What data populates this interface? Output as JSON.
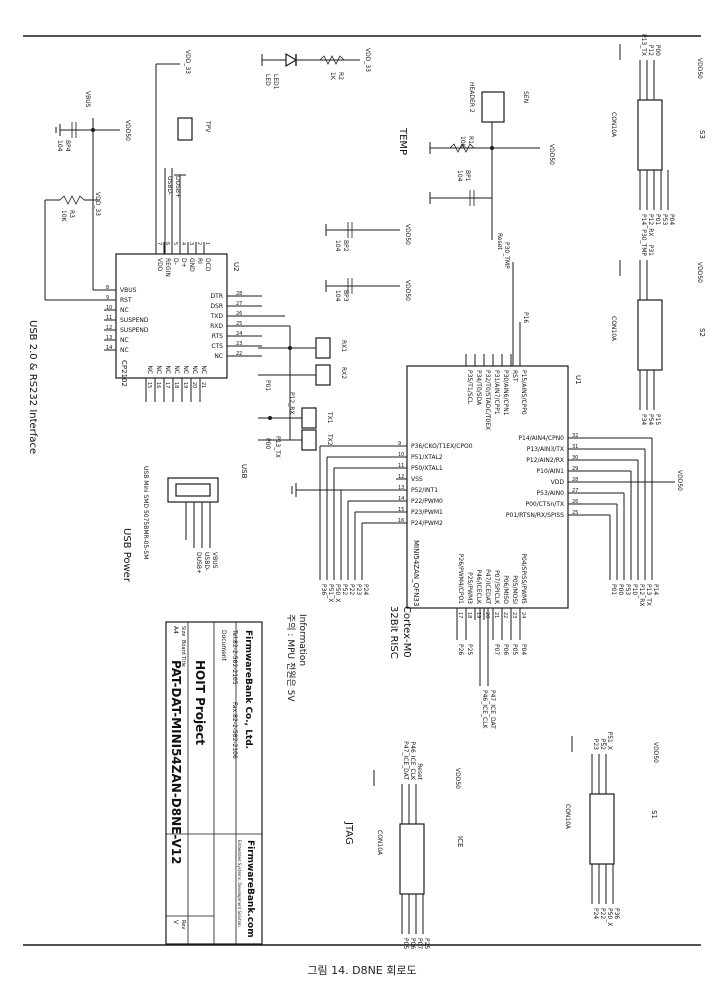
{
  "caption": "그림 14. D8NE 회로도",
  "interface": {
    "usb_serial": "USB 2.0 & RS232 Interface",
    "usb_power": "USB Power",
    "jtag": "JTAG",
    "temp": "TEMP"
  },
  "mcu": {
    "ref": "U1",
    "core": "Cortex-M0",
    "risc": "32Bit RISC",
    "part": "MINI54ZAN_QFN33",
    "left_pins": [
      "P36/CKO/T1EX/CPO0",
      "P51/XTAL2",
      "P50/XTAL1",
      "VSS",
      "P52/INT1",
      "P22/PWM0",
      "P23/PWM1",
      "P24/PWM2"
    ],
    "left_nums": [
      "9",
      "10",
      "11",
      "12",
      "13",
      "14",
      "15",
      "16"
    ],
    "right_pins": [
      "P14/AIN4/CPN0",
      "P13/AIN3/TX",
      "P12/AIN2/RX",
      "P10/AIN1",
      "VDD",
      "P53/AIN0",
      "P00/CTSn/TX",
      "P01/RTSN/RX/SPISS"
    ],
    "right_nums": [
      "32",
      "31",
      "30",
      "29",
      "28",
      "27",
      "26",
      "25"
    ],
    "top_pins": [
      "P15/AIN5/CPP0",
      "RST",
      "P30/AIN6/CPN1",
      "P31/AIN7/CPP1",
      "P32/T0/STADC/T0EX",
      "P34/T0/SDA",
      "P35/T1/SCL"
    ],
    "bottom_pins": [
      "P04/SPISS/PWM5",
      "P05/MOSI",
      "P06/MISO",
      "P07/SPICLK",
      "P47/ICEDAT",
      "P46/ICECLK",
      "P25/PWM3",
      "P26/PWM4/CPO1"
    ],
    "bottom_nums": [
      "24",
      "23",
      "22",
      "21",
      "20",
      "19",
      "18",
      "17"
    ]
  },
  "bridge": {
    "ref": "U2",
    "part": "CP2102",
    "left_pins": [
      "VBUS",
      "RST",
      "NC",
      "SUSPEND",
      "SUSPEND",
      "NC",
      "NC"
    ],
    "left_nums": [
      "8",
      "9",
      "10",
      "11",
      "12",
      "13",
      "14"
    ],
    "right_pins": [
      "DTR",
      "DSR",
      "TXD",
      "RXD",
      "RTS",
      "CTS",
      "NC"
    ],
    "right_nums": [
      "28",
      "27",
      "26",
      "25",
      "24",
      "23",
      "22"
    ],
    "top_pins": [
      "VDD",
      "REGIN",
      "D-",
      "D+",
      "GND",
      "RI",
      "DCD"
    ],
    "top_nums": [
      "7",
      "6",
      "5",
      "4",
      "3",
      "2",
      "1"
    ],
    "bottom_pins": [
      "NC",
      "NC",
      "NC",
      "NC",
      "NC",
      "NC",
      "NC"
    ],
    "bottom_nums": [
      "15",
      "16",
      "17",
      "18",
      "19",
      "20",
      "21"
    ]
  },
  "nets": {
    "vdd33": "VDD_33",
    "vdd50": "VDD50",
    "vbus": "VBUS",
    "usbp": "DUSB+",
    "usbm": "USBD-",
    "p01": "P01",
    "p12rx": "P12_RX",
    "p13tx": "P13_TX",
    "p00": "P00",
    "tmp": "P30_TMP",
    "reset": "Reset",
    "p16": "P16",
    "p47": "P47_ICE_DAT",
    "p46": "P46_ICE_CLK"
  },
  "parts": {
    "tp": "TPV",
    "led": "LED",
    "led_ref": "LED1",
    "r2": "R2",
    "r2v": "1K",
    "r1": "R1",
    "r1v": "10K",
    "r3": "R3",
    "r3v": "10K",
    "bp1": "BP1",
    "bp1v": "104",
    "bp2": "BP2",
    "bp2v": "104",
    "bp3": "BP3",
    "bp3v": "104",
    "bp4": "BP4",
    "bp4v": "104",
    "sen": "SEN",
    "header": "HEADER 2",
    "rx1": "RX1",
    "rx2": "RX2",
    "tx1": "TX1",
    "tx2": "TX2",
    "usb": "USB",
    "usb_part": "USB Mini SMD 5075BMR-05-SM",
    "usb_pins": [
      "VBUS",
      "USBD-",
      "DUSB+"
    ]
  },
  "connectors": {
    "s3": {
      "ref": "S3",
      "type": "CON10A",
      "pins": [
        "P13_TX",
        "P12",
        "P00",
        "P14",
        "P12_RX",
        "P01",
        "P53",
        "P04"
      ]
    },
    "s2": {
      "ref": "S2",
      "type": "CON10A",
      "pins": [
        "P30_TMP",
        "P31",
        "P34",
        "P54",
        "P15"
      ]
    },
    "s1": {
      "ref": "S1",
      "type": "CON10A",
      "pins": [
        "P23",
        "P52",
        "P51_X",
        "P24",
        "P22",
        "P50_X",
        "P36"
      ]
    },
    "ice": {
      "ref": "ICE",
      "type": "CON10A",
      "pins": [
        "P47_ICE_DAT",
        "P46_ICE_CLK",
        "Reset",
        "P05",
        "P06",
        "P07",
        "P25"
      ]
    }
  },
  "mcu_wire_labels": {
    "left": [
      "P36",
      "P51_X",
      "P50_X",
      "P52",
      "P22",
      "P23",
      "P24"
    ],
    "right": [
      "P14",
      "P13_TX",
      "P12_RX",
      "P10",
      "P53",
      "P00",
      "P01"
    ],
    "bottom": [
      "P04",
      "P05",
      "P06",
      "P07",
      "P25",
      "P26"
    ]
  },
  "information": {
    "title": "Information",
    "note": "주의 : MPU 전원은 5V"
  },
  "title_block": {
    "company": "FirmwareBank Co., Ltd.",
    "tel": "Tel:82-2-582-2105",
    "fax": "Fax:82-2-582-2106",
    "document_label": "Document",
    "project": "HOIT Project",
    "size_label": "Size",
    "size": "A4",
    "board_label": "Board Title",
    "board": "PAT-DAT-MINI54ZAN-D8NE-V12",
    "rev_label": "Rev",
    "rev": "V",
    "logo": "FirmwareBank.com",
    "logo_sub": "Embedded Systems, Development Solution"
  }
}
